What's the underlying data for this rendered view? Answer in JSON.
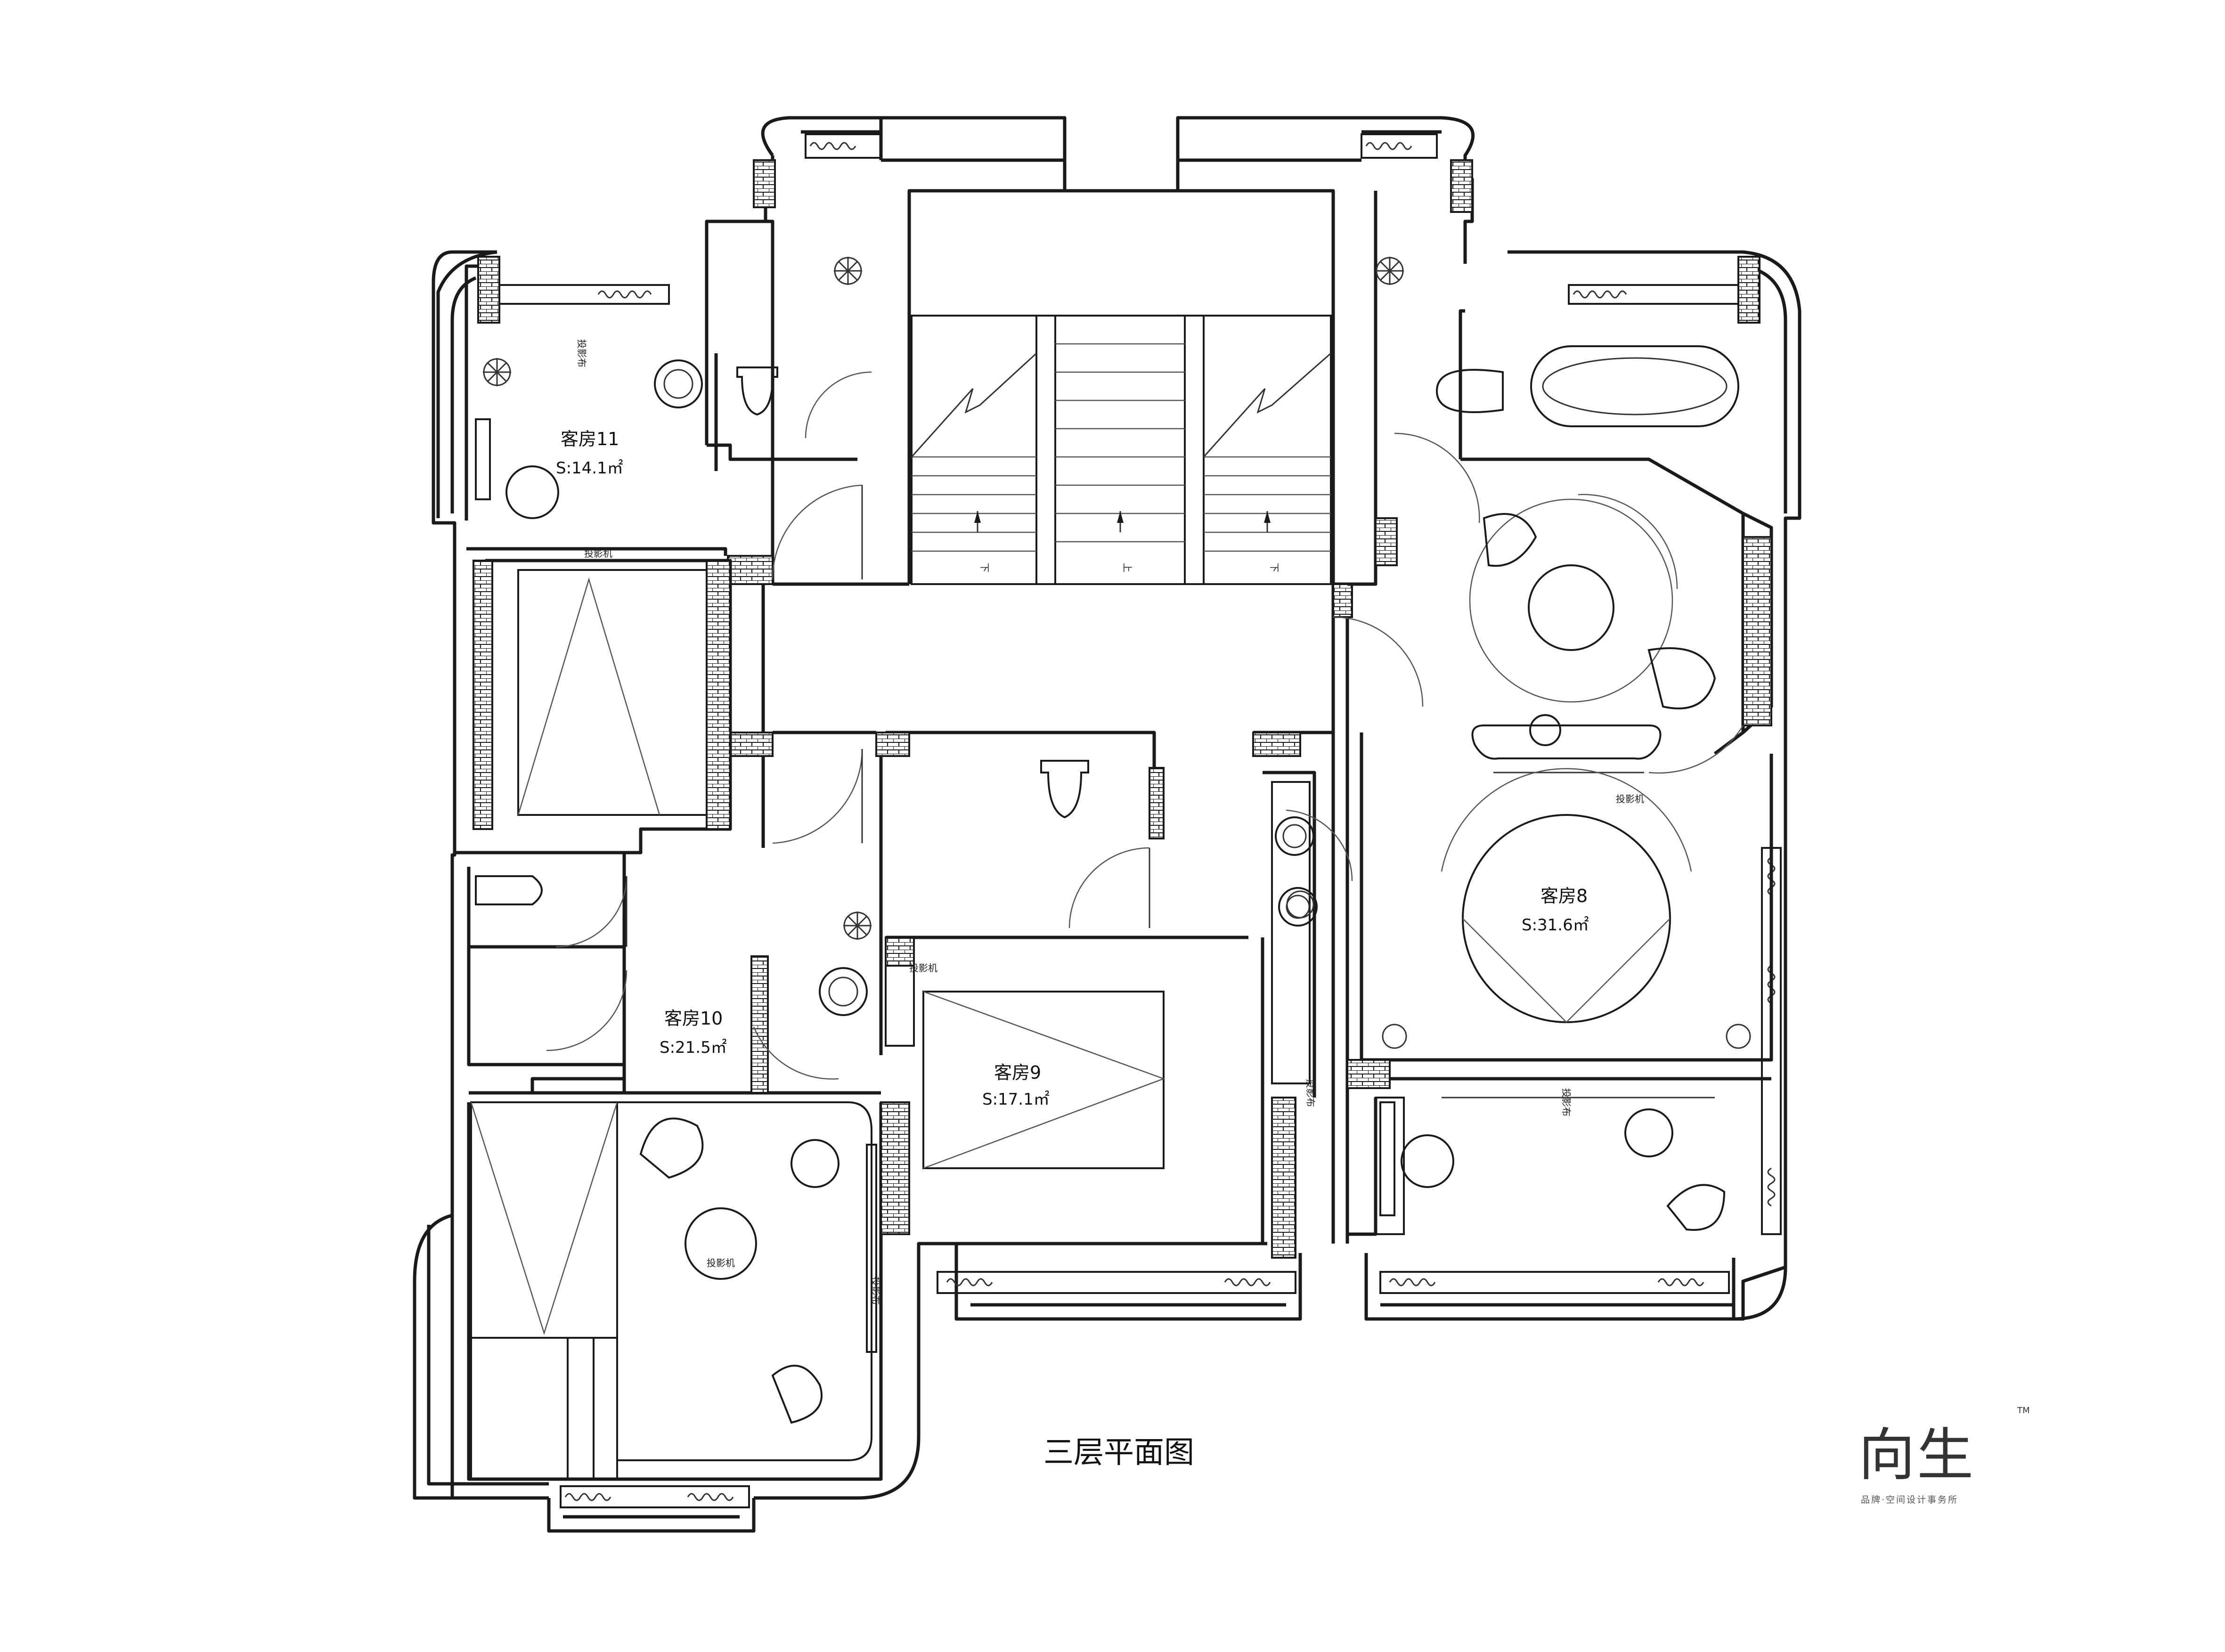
{
  "drawing": {
    "title": "三层平面图"
  },
  "rooms": [
    {
      "id": "guest-room-11",
      "name": "客房11",
      "area": "S:14.1㎡"
    },
    {
      "id": "guest-room-10",
      "name": "客房10",
      "area": "S:21.5㎡"
    },
    {
      "id": "guest-room-9",
      "name": "客房9",
      "area": "S:17.1㎡"
    },
    {
      "id": "guest-room-8",
      "name": "客房8",
      "area": "S:31.6㎡"
    }
  ],
  "stairs": {
    "left_label": "下",
    "center_label": "上",
    "right_label": "下"
  },
  "annotations": {
    "projector": "投影机",
    "projection_screen": "投影布"
  },
  "logo": {
    "mark": "向生",
    "tm": "TM",
    "tagline": "品牌·空间设计事务所"
  },
  "colors": {
    "line": "#1a1a1a",
    "background": "#ffffff",
    "brick_hatch": "#1a1a1a"
  }
}
